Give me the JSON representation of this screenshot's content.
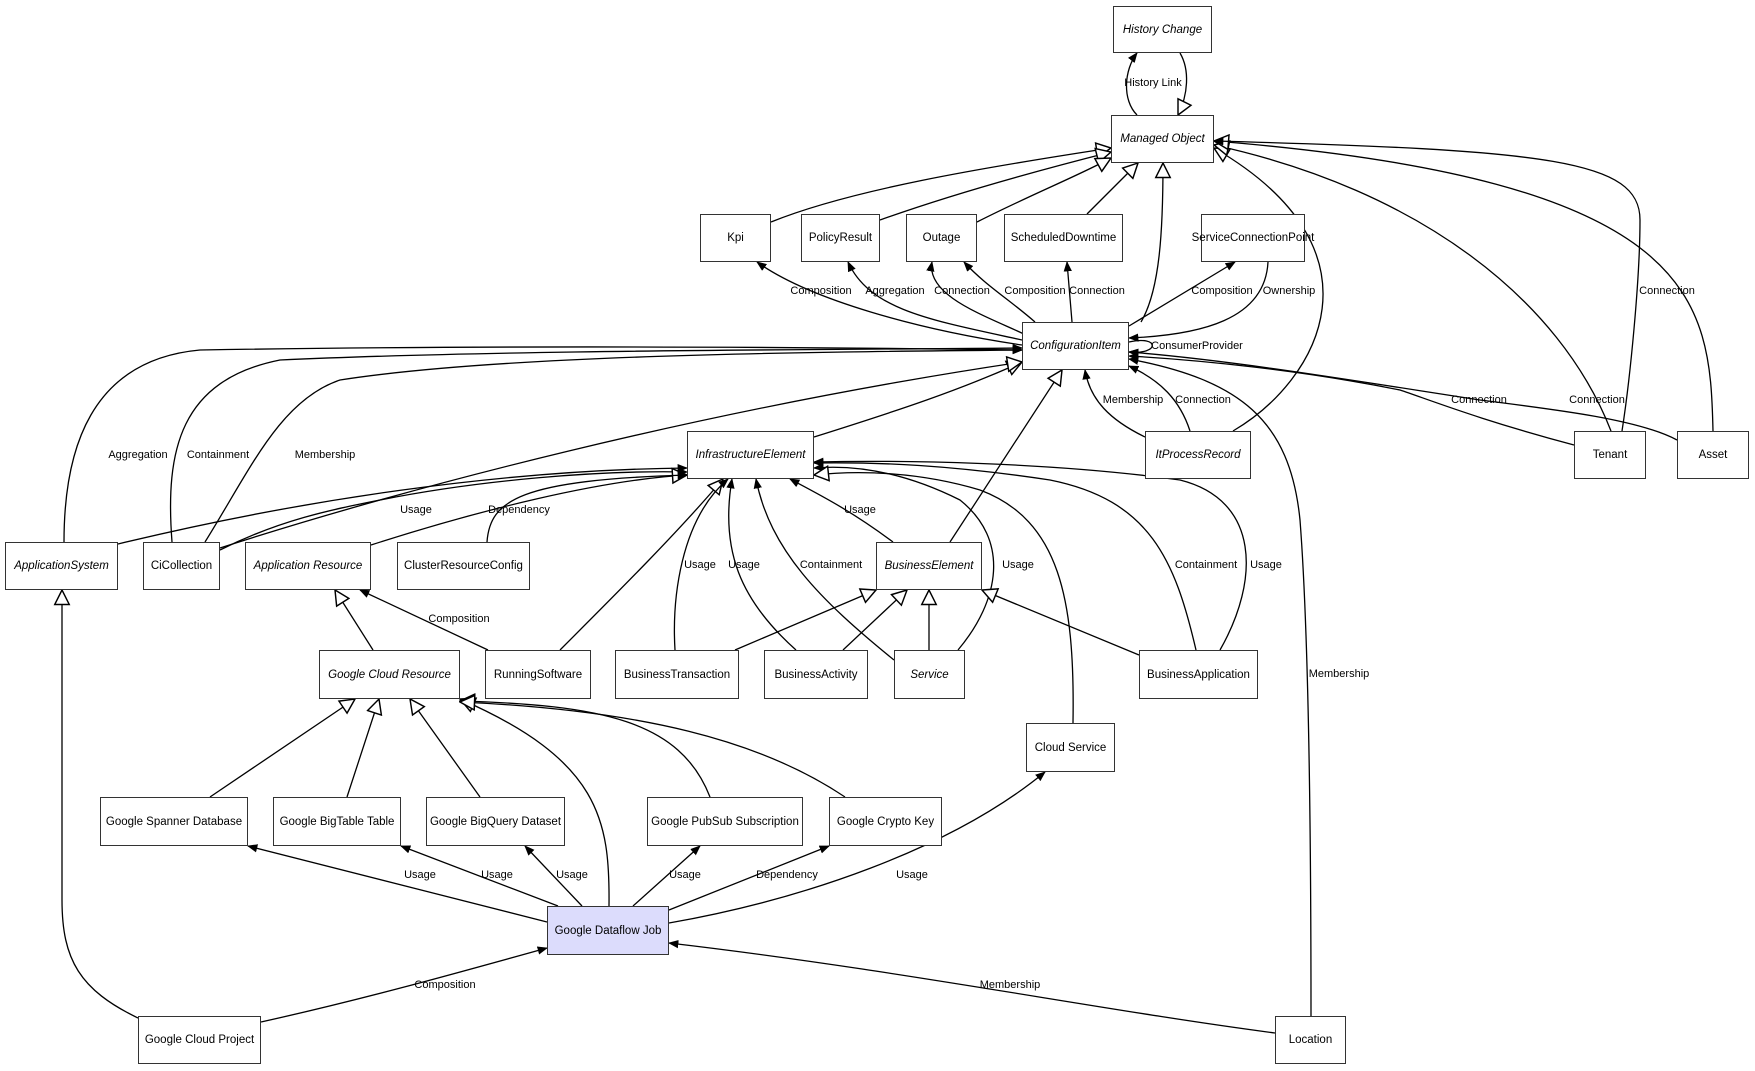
{
  "diagram": {
    "title": "Google Dataflow Job class relationships",
    "focus_color": "#dcdcfc",
    "nodes": [
      {
        "id": "history_change",
        "label": "History Change",
        "abstract": true
      },
      {
        "id": "managed_object",
        "label": "Managed Object",
        "abstract": true
      },
      {
        "id": "kpi",
        "label": "Kpi",
        "abstract": false
      },
      {
        "id": "policy_result",
        "label": "PolicyResult",
        "abstract": false
      },
      {
        "id": "outage",
        "label": "Outage",
        "abstract": false
      },
      {
        "id": "scheduled_downtime",
        "label": "ScheduledDowntime",
        "abstract": false
      },
      {
        "id": "service_connection_point",
        "label": "ServiceConnectionPoint",
        "abstract": false
      },
      {
        "id": "configuration_item",
        "label": "ConfigurationItem",
        "abstract": true
      },
      {
        "id": "infrastructure_element",
        "label": "InfrastructureElement",
        "abstract": true
      },
      {
        "id": "it_process_record",
        "label": "ItProcessRecord",
        "abstract": true
      },
      {
        "id": "tenant",
        "label": "Tenant",
        "abstract": false
      },
      {
        "id": "asset",
        "label": "Asset",
        "abstract": false
      },
      {
        "id": "application_system",
        "label": "ApplicationSystem",
        "abstract": true
      },
      {
        "id": "ci_collection",
        "label": "CiCollection",
        "abstract": false
      },
      {
        "id": "application_resource",
        "label": "Application Resource",
        "abstract": true
      },
      {
        "id": "cluster_resource_config",
        "label": "ClusterResourceConfig",
        "abstract": false
      },
      {
        "id": "business_element",
        "label": "BusinessElement",
        "abstract": true
      },
      {
        "id": "google_cloud_resource",
        "label": "Google Cloud Resource",
        "abstract": true
      },
      {
        "id": "running_software",
        "label": "RunningSoftware",
        "abstract": false
      },
      {
        "id": "business_transaction",
        "label": "BusinessTransaction",
        "abstract": false
      },
      {
        "id": "business_activity",
        "label": "BusinessActivity",
        "abstract": false
      },
      {
        "id": "service",
        "label": "Service",
        "abstract": true
      },
      {
        "id": "business_application",
        "label": "BusinessApplication",
        "abstract": false
      },
      {
        "id": "cloud_service",
        "label": "Cloud Service",
        "abstract": false
      },
      {
        "id": "google_spanner_database",
        "label": "Google Spanner Database",
        "abstract": false
      },
      {
        "id": "google_bigtable_table",
        "label": "Google BigTable Table",
        "abstract": false
      },
      {
        "id": "google_bigquery_dataset",
        "label": "Google BigQuery Dataset",
        "abstract": false
      },
      {
        "id": "google_pubsub_subscription",
        "label": "Google PubSub Subscription",
        "abstract": false
      },
      {
        "id": "google_crypto_key",
        "label": "Google Crypto Key",
        "abstract": false
      },
      {
        "id": "google_dataflow_job",
        "label": "Google Dataflow Job",
        "abstract": false,
        "focus": true
      },
      {
        "id": "google_cloud_project",
        "label": "Google Cloud Project",
        "abstract": false
      },
      {
        "id": "location",
        "label": "Location",
        "abstract": false
      }
    ],
    "edges": [
      {
        "id": "e1",
        "from": "managed_object",
        "to": "history_change",
        "kind": "association",
        "label": "History Link"
      },
      {
        "id": "e2",
        "from": "history_change",
        "to": "managed_object",
        "kind": "inheritance",
        "label": ""
      },
      {
        "id": "e3",
        "from": "kpi",
        "to": "managed_object",
        "kind": "inheritance",
        "label": ""
      },
      {
        "id": "e4",
        "from": "policy_result",
        "to": "managed_object",
        "kind": "inheritance",
        "label": ""
      },
      {
        "id": "e5",
        "from": "outage",
        "to": "managed_object",
        "kind": "inheritance",
        "label": ""
      },
      {
        "id": "e6",
        "from": "scheduled_downtime",
        "to": "managed_object",
        "kind": "inheritance",
        "label": ""
      },
      {
        "id": "e7",
        "from": "configuration_item",
        "to": "managed_object",
        "kind": "inheritance",
        "label": ""
      },
      {
        "id": "e8",
        "from": "it_process_record",
        "to": "managed_object",
        "kind": "inheritance",
        "label": ""
      },
      {
        "id": "e9",
        "from": "tenant",
        "to": "managed_object",
        "kind": "inheritance",
        "label": ""
      },
      {
        "id": "e10",
        "from": "asset",
        "to": "managed_object",
        "kind": "inheritance",
        "label": ""
      },
      {
        "id": "e11",
        "from": "tenant",
        "to": "managed_object",
        "kind": "association",
        "label": "Connection"
      },
      {
        "id": "e12",
        "from": "configuration_item",
        "to": "kpi",
        "kind": "association",
        "label": "Composition"
      },
      {
        "id": "e13",
        "from": "configuration_item",
        "to": "policy_result",
        "kind": "association",
        "label": "Aggregation"
      },
      {
        "id": "e14",
        "from": "configuration_item",
        "to": "outage",
        "kind": "association",
        "label": "Connection"
      },
      {
        "id": "e15",
        "from": "configuration_item",
        "to": "outage",
        "kind": "association",
        "label": "Composition"
      },
      {
        "id": "e16",
        "from": "configuration_item",
        "to": "scheduled_downtime",
        "kind": "association",
        "label": "Connection"
      },
      {
        "id": "e17",
        "from": "configuration_item",
        "to": "service_connection_point",
        "kind": "association",
        "label": "Composition"
      },
      {
        "id": "e18",
        "from": "service_connection_point",
        "to": "configuration_item",
        "kind": "association",
        "label": "Ownership"
      },
      {
        "id": "e19",
        "from": "configuration_item",
        "to": "configuration_item",
        "kind": "association",
        "label": "ConsumerProvider"
      },
      {
        "id": "e20",
        "from": "it_process_record",
        "to": "configuration_item",
        "kind": "association",
        "label": "Membership"
      },
      {
        "id": "e21",
        "from": "it_process_record",
        "to": "configuration_item",
        "kind": "association",
        "label": "Connection"
      },
      {
        "id": "e22",
        "from": "tenant",
        "to": "configuration_item",
        "kind": "association",
        "label": "Connection"
      },
      {
        "id": "e23",
        "from": "asset",
        "to": "configuration_item",
        "kind": "association",
        "label": "Connection"
      },
      {
        "id": "e24",
        "from": "location",
        "to": "configuration_item",
        "kind": "association",
        "label": "Membership"
      },
      {
        "id": "e25",
        "from": "application_system",
        "to": "configuration_item",
        "kind": "association",
        "label": "Aggregation"
      },
      {
        "id": "e26",
        "from": "ci_collection",
        "to": "configuration_item",
        "kind": "association",
        "label": "Containment"
      },
      {
        "id": "e27",
        "from": "ci_collection",
        "to": "configuration_item",
        "kind": "association",
        "label": "Membership"
      },
      {
        "id": "e28",
        "from": "infrastructure_element",
        "to": "configuration_item",
        "kind": "inheritance",
        "label": ""
      },
      {
        "id": "e29",
        "from": "business_element",
        "to": "configuration_item",
        "kind": "inheritance",
        "label": ""
      },
      {
        "id": "e30",
        "from": "ci_collection",
        "to": "configuration_item",
        "kind": "inheritance",
        "label": ""
      },
      {
        "id": "e31",
        "from": "application_system",
        "to": "infrastructure_element",
        "kind": "association",
        "label": ""
      },
      {
        "id": "e32",
        "from": "ci_collection",
        "to": "infrastructure_element",
        "kind": "association",
        "label": "Usage"
      },
      {
        "id": "e33",
        "from": "application_resource",
        "to": "infrastructure_element",
        "kind": "inheritance",
        "label": ""
      },
      {
        "id": "e34",
        "from": "cluster_resource_config",
        "to": "infrastructure_element",
        "kind": "association",
        "label": "Dependency"
      },
      {
        "id": "e35",
        "from": "running_software",
        "to": "infrastructure_element",
        "kind": "inheritance",
        "label": ""
      },
      {
        "id": "e36",
        "from": "business_transaction",
        "to": "infrastructure_element",
        "kind": "association",
        "label": "Usage"
      },
      {
        "id": "e37",
        "from": "business_activity",
        "to": "infrastructure_element",
        "kind": "association",
        "label": "Usage"
      },
      {
        "id": "e38",
        "from": "service",
        "to": "infrastructure_element",
        "kind": "association",
        "label": "Containment"
      },
      {
        "id": "e39",
        "from": "business_element",
        "to": "infrastructure_element",
        "kind": "association",
        "label": "Usage"
      },
      {
        "id": "e40",
        "from": "service",
        "to": "infrastructure_element",
        "kind": "association",
        "label": "Usage"
      },
      {
        "id": "e41",
        "from": "cloud_service",
        "to": "infrastructure_element",
        "kind": "inheritance",
        "label": ""
      },
      {
        "id": "e42",
        "from": "business_application",
        "to": "infrastructure_element",
        "kind": "association",
        "label": "Containment"
      },
      {
        "id": "e43",
        "from": "business_application",
        "to": "infrastructure_element",
        "kind": "association",
        "label": "Usage"
      },
      {
        "id": "e44",
        "from": "business_transaction",
        "to": "business_element",
        "kind": "inheritance",
        "label": ""
      },
      {
        "id": "e45",
        "from": "business_activity",
        "to": "business_element",
        "kind": "inheritance",
        "label": ""
      },
      {
        "id": "e46",
        "from": "service",
        "to": "business_element",
        "kind": "inheritance",
        "label": ""
      },
      {
        "id": "e47",
        "from": "business_application",
        "to": "business_element",
        "kind": "inheritance",
        "label": ""
      },
      {
        "id": "e48",
        "from": "google_cloud_resource",
        "to": "application_resource",
        "kind": "inheritance",
        "label": ""
      },
      {
        "id": "e49",
        "from": "running_software",
        "to": "application_resource",
        "kind": "association",
        "label": "Composition"
      },
      {
        "id": "e50",
        "from": "google_spanner_database",
        "to": "google_cloud_resource",
        "kind": "inheritance",
        "label": ""
      },
      {
        "id": "e51",
        "from": "google_bigtable_table",
        "to": "google_cloud_resource",
        "kind": "inheritance",
        "label": ""
      },
      {
        "id": "e52",
        "from": "google_bigquery_dataset",
        "to": "google_cloud_resource",
        "kind": "inheritance",
        "label": ""
      },
      {
        "id": "e53",
        "from": "google_dataflow_job",
        "to": "google_cloud_resource",
        "kind": "inheritance",
        "label": ""
      },
      {
        "id": "e54",
        "from": "google_pubsub_subscription",
        "to": "google_cloud_resource",
        "kind": "inheritance",
        "label": ""
      },
      {
        "id": "e55",
        "from": "google_crypto_key",
        "to": "google_cloud_resource",
        "kind": "inheritance",
        "label": ""
      },
      {
        "id": "e56",
        "from": "google_dataflow_job",
        "to": "google_spanner_database",
        "kind": "association",
        "label": "Usage"
      },
      {
        "id": "e57",
        "from": "google_dataflow_job",
        "to": "google_bigtable_table",
        "kind": "association",
        "label": "Usage"
      },
      {
        "id": "e58",
        "from": "google_dataflow_job",
        "to": "google_bigquery_dataset",
        "kind": "association",
        "label": "Usage"
      },
      {
        "id": "e59",
        "from": "google_dataflow_job",
        "to": "google_pubsub_subscription",
        "kind": "association",
        "label": "Usage"
      },
      {
        "id": "e60",
        "from": "google_dataflow_job",
        "to": "google_crypto_key",
        "kind": "association",
        "label": "Dependency"
      },
      {
        "id": "e61",
        "from": "google_dataflow_job",
        "to": "cloud_service",
        "kind": "association",
        "label": "Usage"
      },
      {
        "id": "e62",
        "from": "google_cloud_project",
        "to": "google_dataflow_job",
        "kind": "association",
        "label": "Composition"
      },
      {
        "id": "e63",
        "from": "location",
        "to": "google_dataflow_job",
        "kind": "association",
        "label": "Membership"
      },
      {
        "id": "e64",
        "from": "google_cloud_project",
        "to": "application_system",
        "kind": "inheritance",
        "label": ""
      }
    ]
  }
}
